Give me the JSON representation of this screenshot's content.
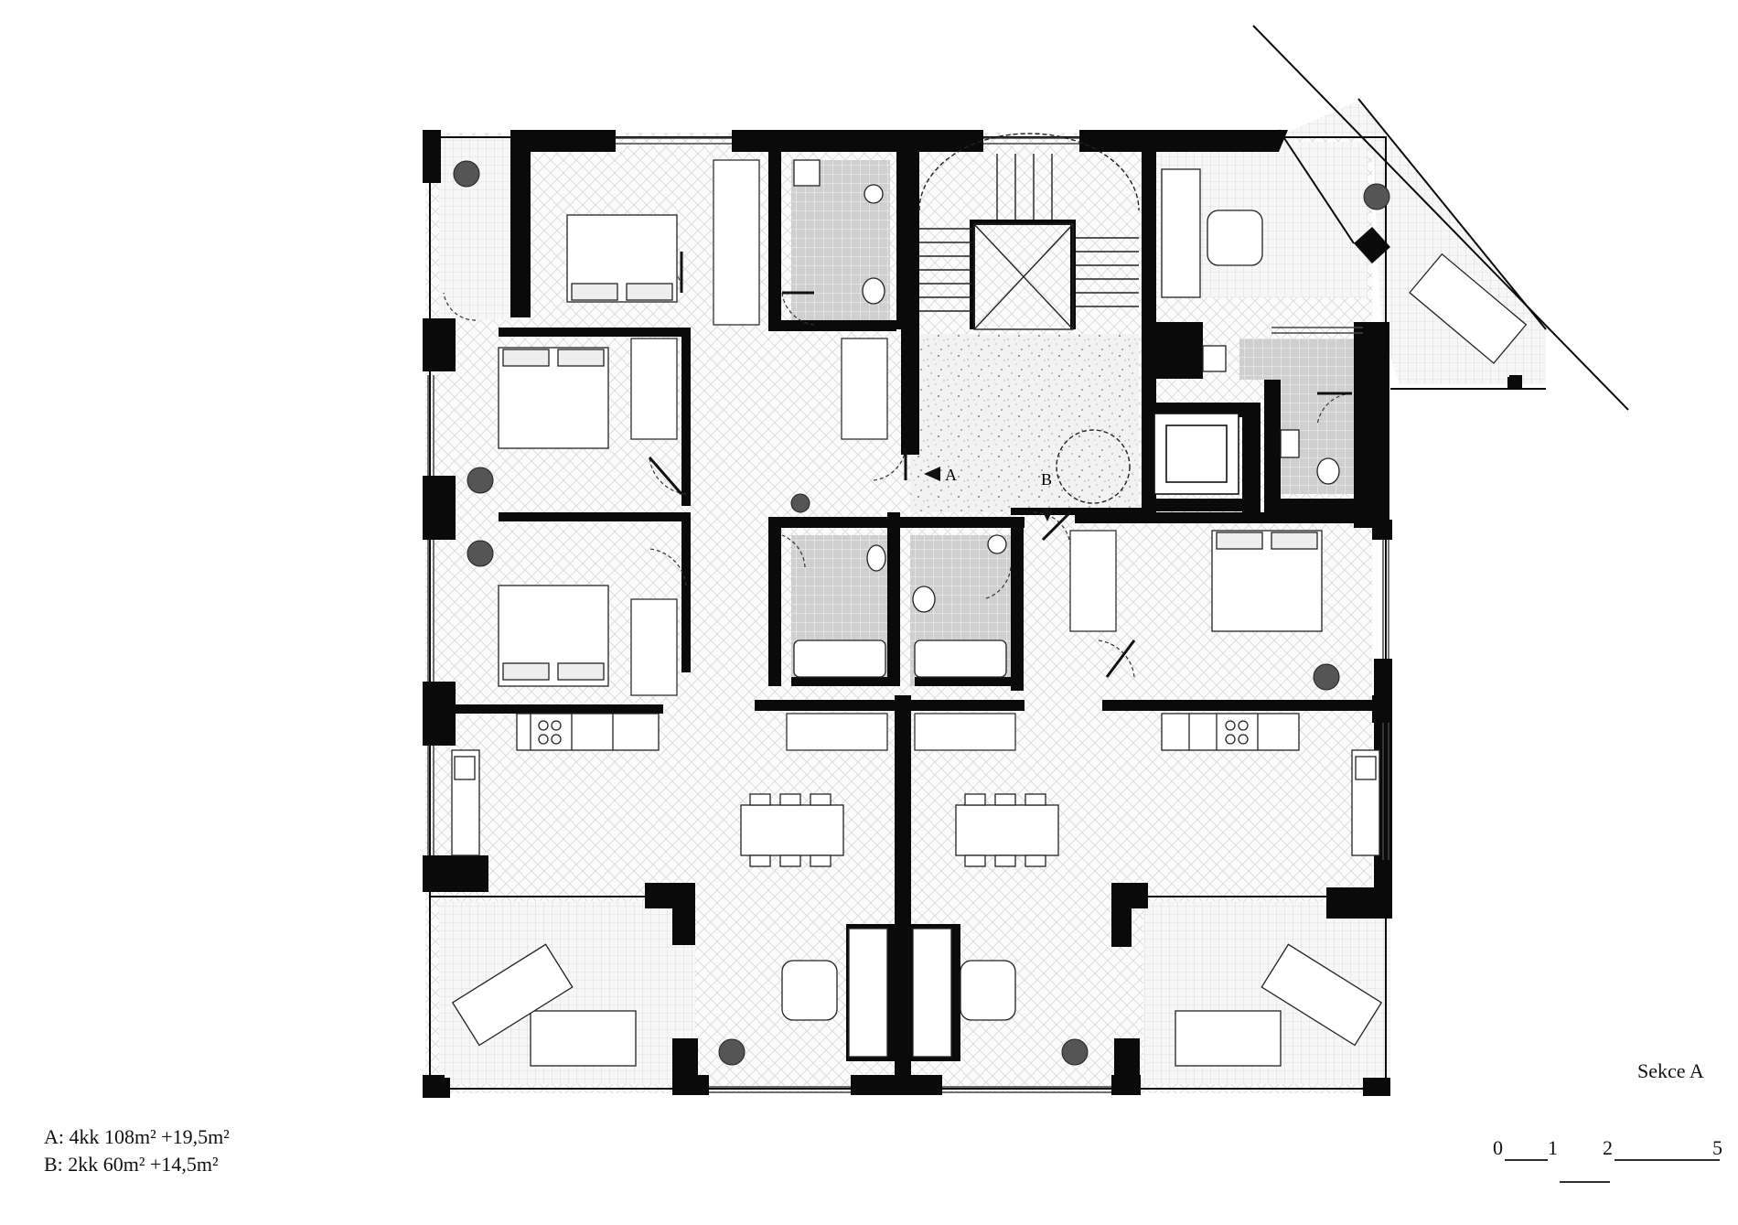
{
  "plan": {
    "section_title": "Sekce A",
    "markers": {
      "a": "A",
      "b": "B"
    }
  },
  "legend": {
    "line_a": "A: 4kk 108m² +19,5m²",
    "line_b": "B: 2kk 60m² +14,5m²"
  },
  "scale": {
    "ticks": [
      "0",
      "1",
      "2",
      "5"
    ]
  }
}
